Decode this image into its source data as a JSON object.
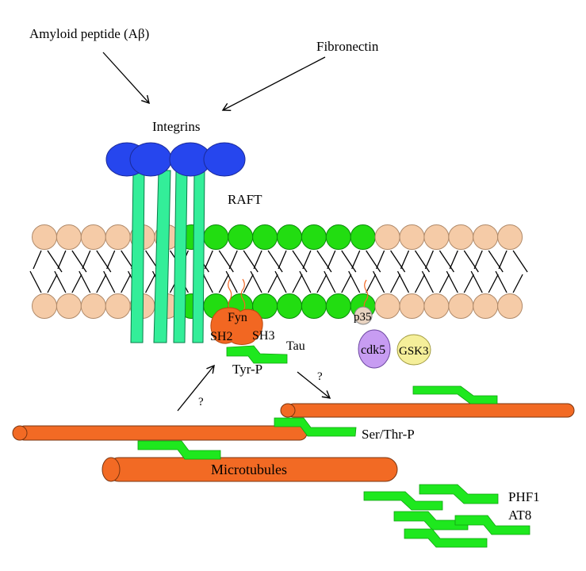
{
  "labels": {
    "amyloid": "Amyloid peptide (Aβ)",
    "fibronectin": "Fibronectin",
    "integrins": "Integrins",
    "raft": "RAFT",
    "fyn": "Fyn",
    "sh2": "SH2",
    "sh3": "SH3",
    "tau": "Tau",
    "tyr_p": "Tyr-P",
    "p35": "p35",
    "cdk5": "cdk5",
    "gsk3": "GSK3",
    "question_left": "?",
    "question_right": "?",
    "ser_thr_p": "Ser/Thr-P",
    "microtubules": "Microtubules",
    "phf1": "PHF1",
    "at8": "AT8"
  },
  "colors": {
    "lipid_head": "#f5cba7",
    "raft_head": "#22dd11",
    "integrin_head": "#2646ee",
    "integrin_stalk": "#33ee99",
    "fyn": "#f26722",
    "microtubule": "#f26a24",
    "tau": "#1ee81e",
    "cdk5": "#c79cf2",
    "gsk3": "#f5ef9a",
    "p35": "#e8d3c0",
    "lipid_tail": "#000000",
    "anchor": "#f26722"
  }
}
